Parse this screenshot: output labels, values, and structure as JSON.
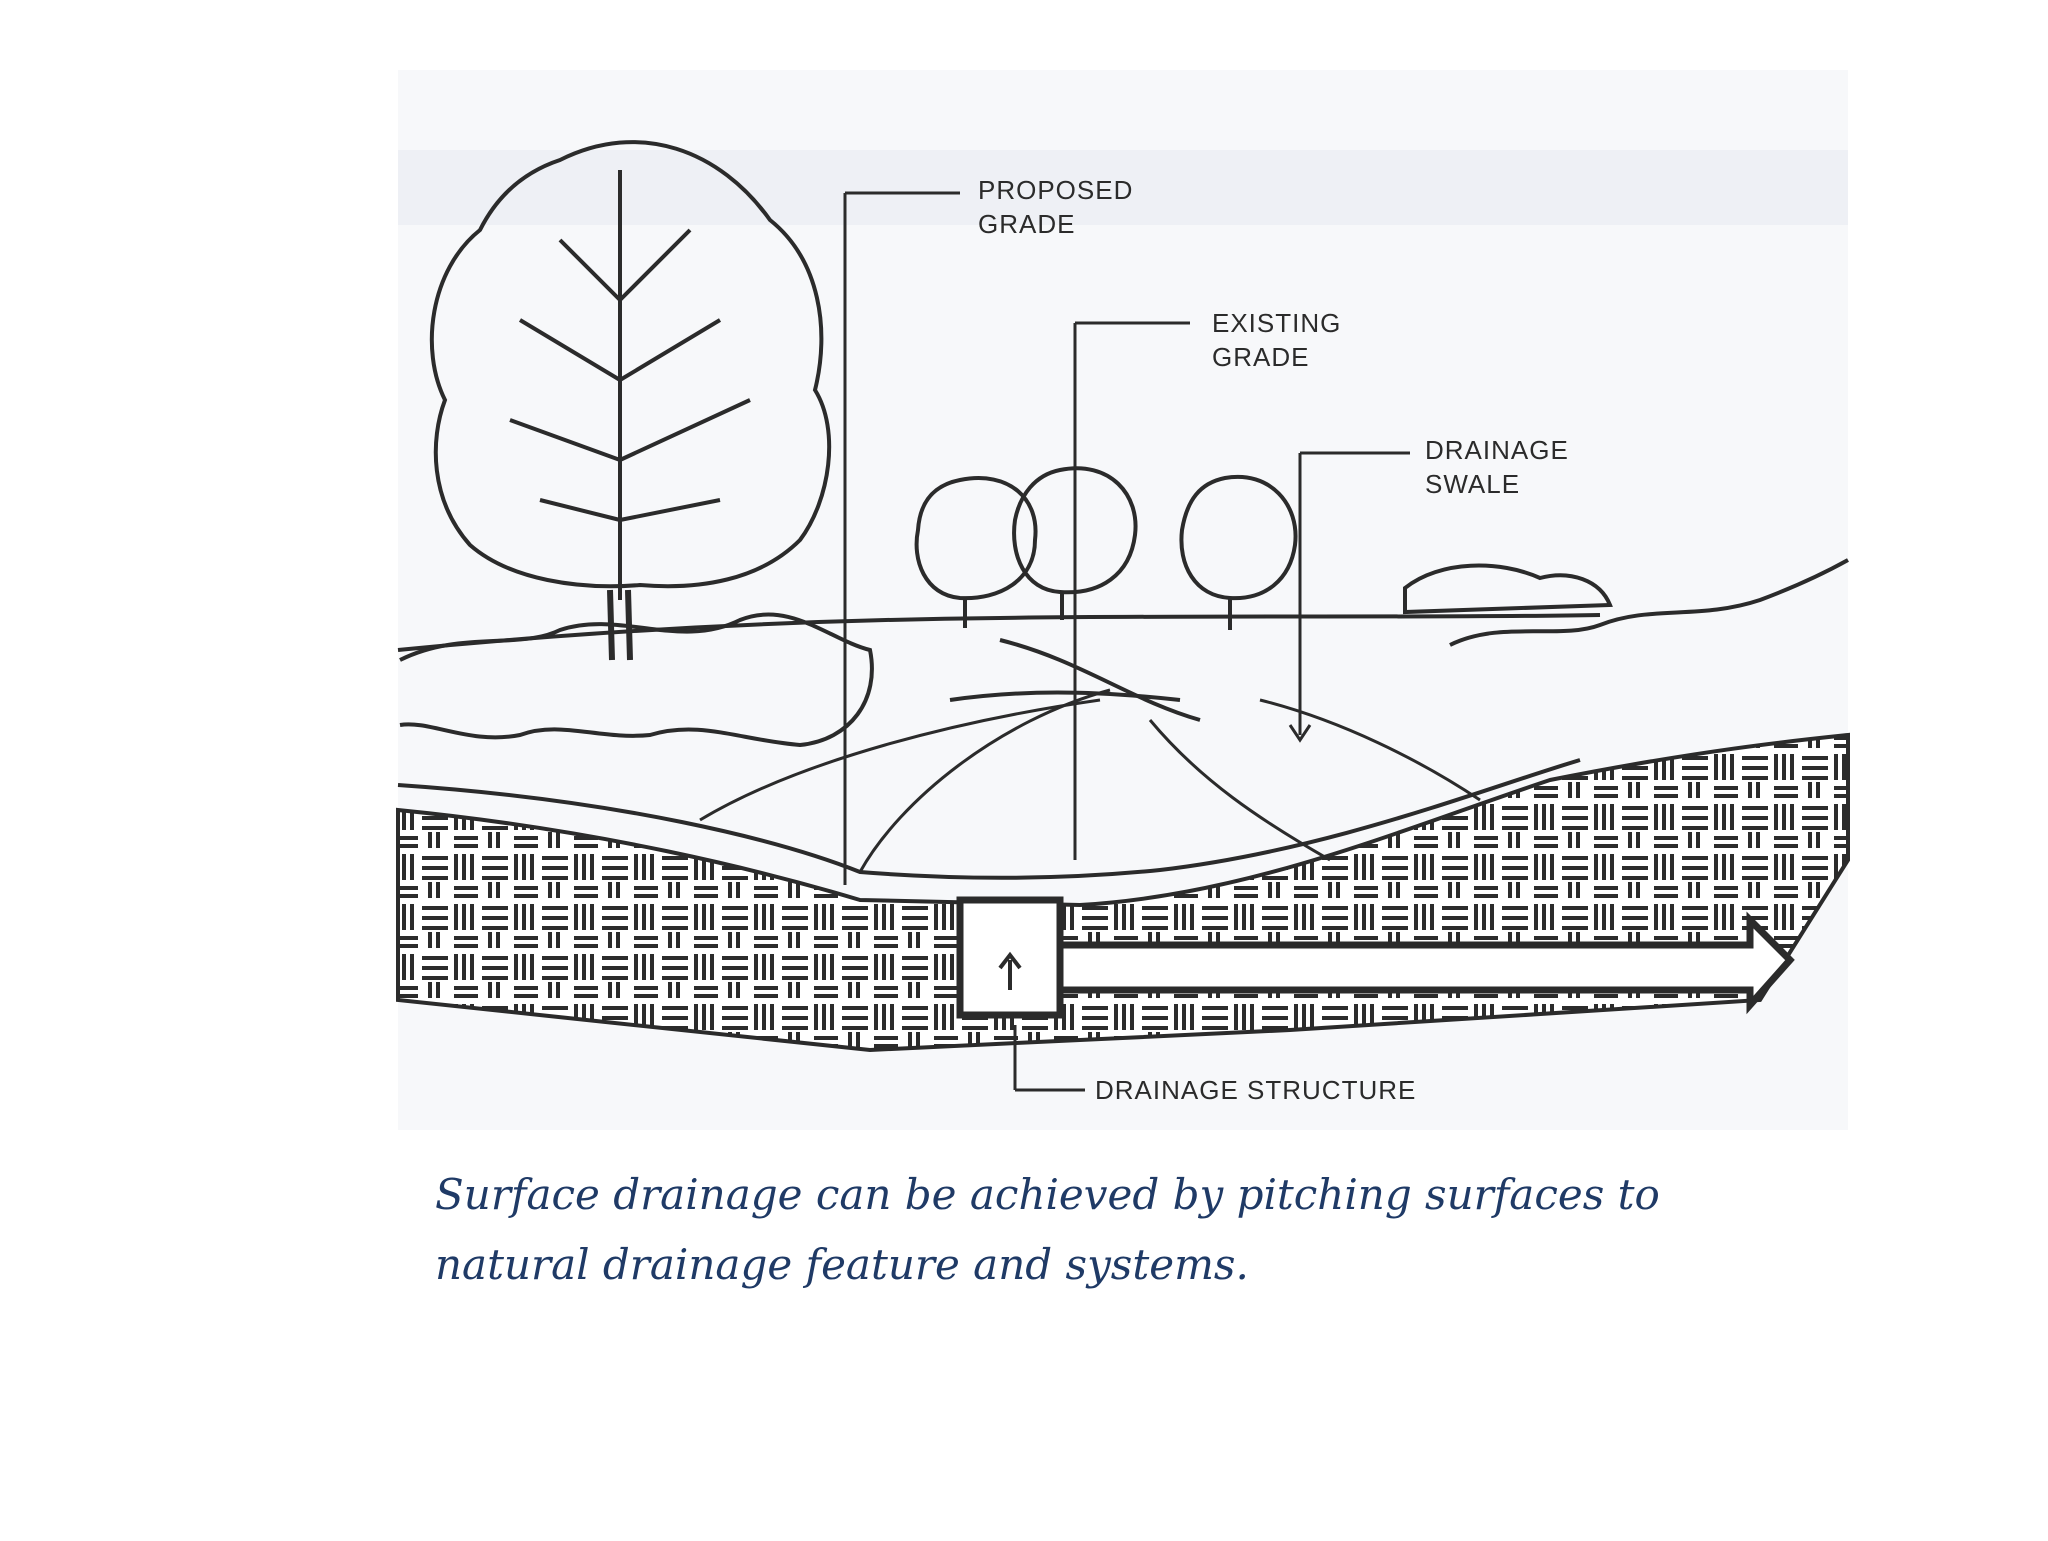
{
  "labels": {
    "proposed_grade": "PROPOSED\nGRADE",
    "existing_grade": "EXISTING\nGRADE",
    "drainage_swale": "DRAINAGE\nSWALE",
    "drainage_structure": "DRAINAGE STRUCTURE"
  },
  "caption": "Surface drainage can be achieved by pitching surfaces to natural drainage feature and systems.",
  "colors": {
    "ink": "#2b2b2b",
    "caption": "#1f3a66",
    "paper": "#f7f8fa"
  }
}
